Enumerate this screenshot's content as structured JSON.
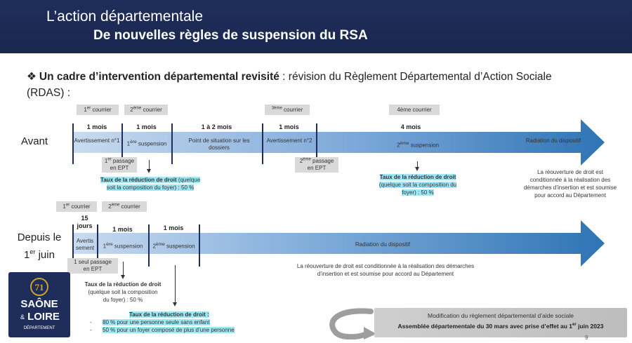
{
  "header": {
    "title": "L’action départementale",
    "subtitle": "De nouvelles règles de suspension du RSA"
  },
  "intro": {
    "bold": "Un cadre d’intervention départemental revisité",
    "rest": " : révision du Règlement Départemental d’Action Sociale (RDAS) :"
  },
  "before": {
    "label": "Avant",
    "tags": [
      "1",
      "er",
      " courrier",
      "2",
      "ème",
      " courrier",
      "3",
      "ème",
      " courrier",
      "4ème courrier"
    ],
    "durations": [
      "1 mois",
      "1 mois",
      "1 à 2 mois",
      "1 mois",
      "4 mois"
    ],
    "segments": {
      "s1": "Avertissement n°1",
      "s2a": "1",
      "s2b": "ère",
      "s2c": " suspension",
      "s3": "Point de situation sur les dossiers",
      "s4": "Avertissement n°2",
      "s5a": "2",
      "s5b": "ème",
      "s5c": " suspension",
      "s6": "Radiation du dispositif"
    },
    "passage1": [
      "1",
      "er",
      " passage",
      "en EPT"
    ],
    "passage2": [
      "2",
      "ème",
      " passage",
      "en EPT"
    ],
    "rate1": [
      "Taux de la réduction de droit",
      " (quelque",
      "soit la composition du foyer) : 50 %"
    ],
    "rate2": [
      "Taux de la réduction de droit",
      "(quelque soit la composition du",
      "foyer) : 50 %"
    ],
    "reopen": "La réouverture de droit est conditionnée à la réalisation des démarches d’insertion et est soumise pour accord au Département"
  },
  "after": {
    "label1": "Depuis le",
    "label2a": "1",
    "label2b": "er",
    "label2c": " juin",
    "tags": [
      "1",
      "er",
      " courrier",
      "2",
      "ème",
      "  courrier"
    ],
    "dur_days_num": "15",
    "dur_days_unit": "jours",
    "durations": [
      "1 mois",
      "1 mois"
    ],
    "segments": {
      "s1": "Avertis sement",
      "s2a": "1",
      "s2b": "ère",
      "s2c": " suspension",
      "s3a": "2",
      "s3b": "ème",
      "s3c": " suspension",
      "s4": "Radiation du dispositif"
    },
    "passage": [
      "1 seul passage",
      "en EPT"
    ],
    "rate1": [
      "Taux de la réduction de droit",
      "(quelque soit la composition",
      "du foyer) : 50 %"
    ],
    "rate2_title": "Taux de la réduction de droit :",
    "rate2_items": [
      "80 % pour une personne seule sans enfant",
      "50 % pour un foyer composé de plus d’une personne"
    ],
    "reopen": "La réouverture de droit est conditionnée à la réalisation des démarches d’insertion  et est soumise pour accord au Département"
  },
  "logo": {
    "number": "71",
    "line1": "SAÔNE",
    "line2a": "&",
    "line2b": "LOIRE",
    "line3": "DÉPARTEMENT"
  },
  "banner": {
    "line1": "Modification du règlement départemental d’aide sociale",
    "line2a": "Assemblée départementale du 30 mars avec prise d’effet au 1",
    "line2b": "er",
    "line2c": " juin 2023"
  },
  "page_number": "9",
  "colors": {
    "header_bg": "#1f2d5a",
    "arrow_light": "#a8c6e8",
    "arrow_dark": "#2e74b5",
    "highlight": "#9ee7f5",
    "tag_bg": "#d9d9d9"
  }
}
